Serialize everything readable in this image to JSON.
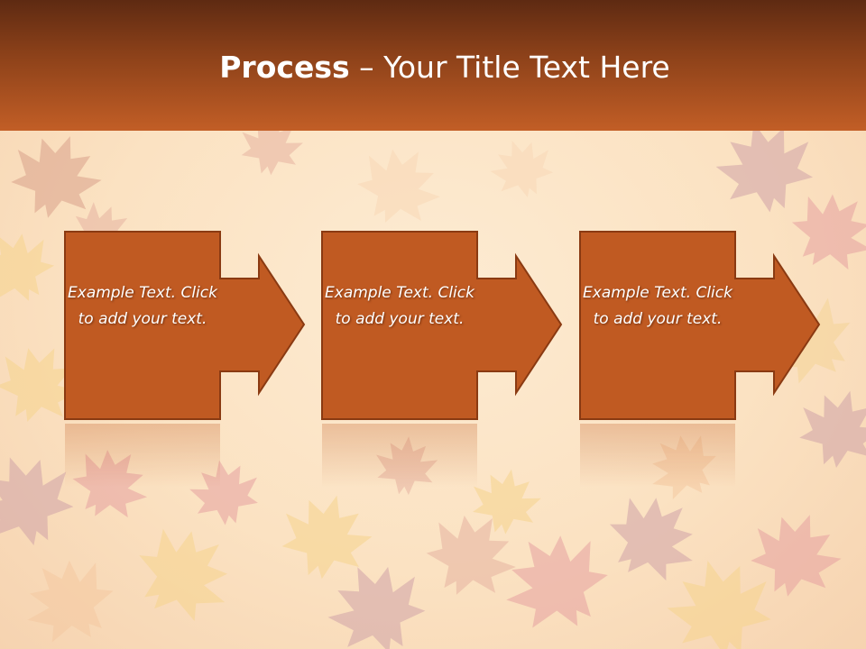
{
  "slide": {
    "title_bold": "Process",
    "title_rest": " – Your Title Text Here"
  },
  "steps": [
    {
      "text": "Example Text. Click  to add your text."
    },
    {
      "text": "Example Text. Click  to add your text."
    },
    {
      "text": "Example Text. Click  to add your text."
    }
  ],
  "colors": {
    "header_dark": "#5e2a12",
    "header_light": "#c25e26",
    "box_fill": "#c05a22",
    "box_border": "#8a3a12",
    "background": "#fbe3c4"
  }
}
